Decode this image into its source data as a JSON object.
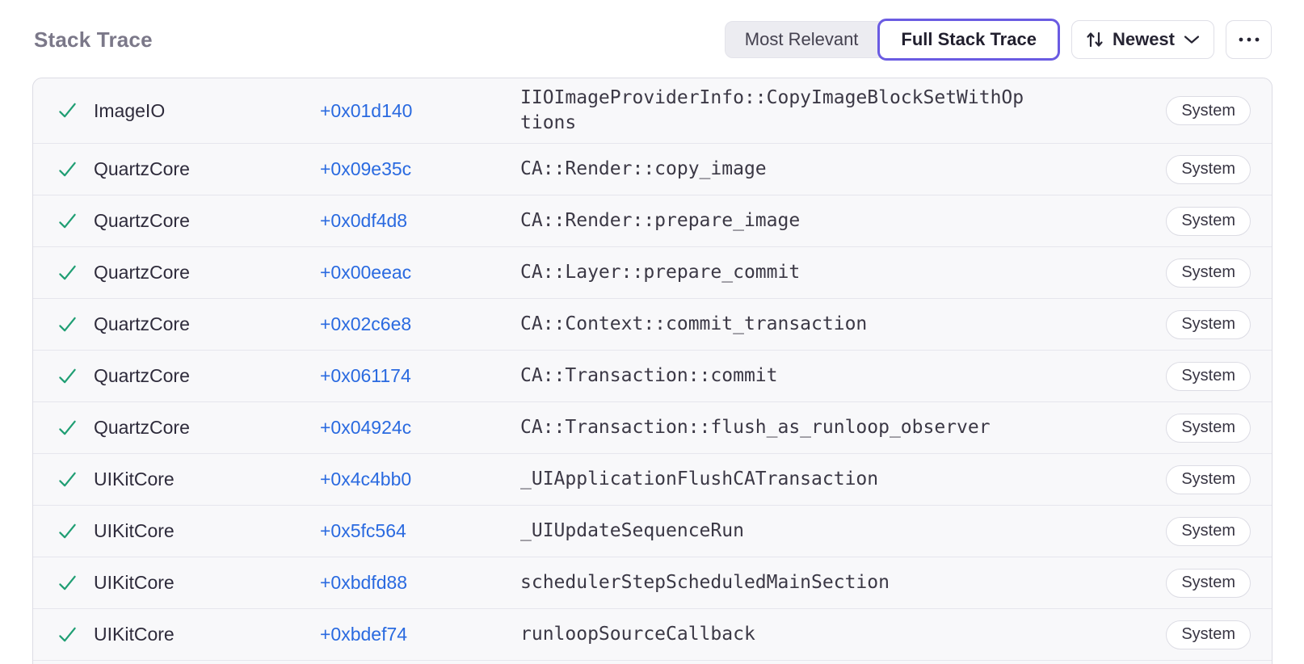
{
  "header": {
    "title": "Stack Trace",
    "view_toggle": {
      "options": [
        "Most Relevant",
        "Full Stack Trace"
      ],
      "selected": "Full Stack Trace"
    },
    "sort": {
      "label": "Newest"
    },
    "icons": {
      "sort": "sort-arrows-icon",
      "chevron": "chevron-down-icon",
      "more": "ellipsis-icon",
      "row_status": "check-icon"
    }
  },
  "table": {
    "rows": [
      {
        "module": "ImageIO",
        "address": "+0x01d140",
        "function": "IIOImageProviderInfo::CopyImageBlockSetWithOptions",
        "badge": "System"
      },
      {
        "module": "QuartzCore",
        "address": "+0x09e35c",
        "function": "CA::Render::copy_image",
        "badge": "System"
      },
      {
        "module": "QuartzCore",
        "address": "+0x0df4d8",
        "function": "CA::Render::prepare_image",
        "badge": "System"
      },
      {
        "module": "QuartzCore",
        "address": "+0x00eeac",
        "function": "CA::Layer::prepare_commit",
        "badge": "System"
      },
      {
        "module": "QuartzCore",
        "address": "+0x02c6e8",
        "function": "CA::Context::commit_transaction",
        "badge": "System"
      },
      {
        "module": "QuartzCore",
        "address": "+0x061174",
        "function": "CA::Transaction::commit",
        "badge": "System"
      },
      {
        "module": "QuartzCore",
        "address": "+0x04924c",
        "function": "CA::Transaction::flush_as_runloop_observer",
        "badge": "System"
      },
      {
        "module": "UIKitCore",
        "address": "+0x4c4bb0",
        "function": "_UIApplicationFlushCATransaction",
        "badge": "System"
      },
      {
        "module": "UIKitCore",
        "address": "+0x5fc564",
        "function": "_UIUpdateSequenceRun",
        "badge": "System"
      },
      {
        "module": "UIKitCore",
        "address": "+0xbdfd88",
        "function": "schedulerStepScheduledMainSection",
        "badge": "System"
      },
      {
        "module": "UIKitCore",
        "address": "+0xbdef74",
        "function": "runloopSourceCallback",
        "badge": "System"
      }
    ],
    "partial_row_visible": true
  },
  "colors": {
    "accent_purple": "#6a5be2",
    "link_blue": "#2a6ae0",
    "check_green": "#1f9e73",
    "row_background": "#f8f8fa",
    "panel_border": "#dcdce4",
    "separator": "#e6e6ed",
    "title_gray": "#7b7889",
    "text_dark": "#2e2b3b"
  }
}
